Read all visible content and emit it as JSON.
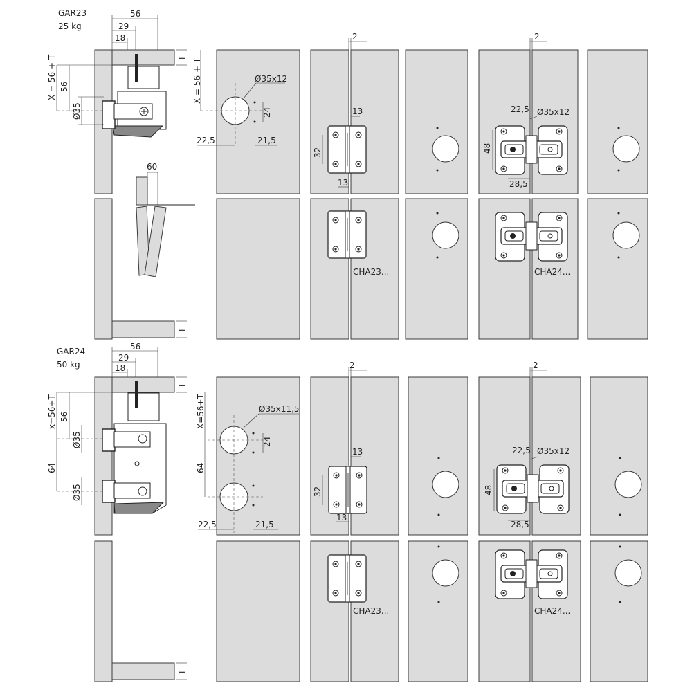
{
  "sections": [
    {
      "model": "GAR23",
      "weight": "25 kg",
      "dims_top": [
        "56",
        "29",
        "18"
      ],
      "dim_x": "X = 56 + T",
      "dim_56": "56",
      "dim_d35": "Ø35",
      "t_label": "T",
      "dim_60": "60",
      "drill": {
        "bore": "Ø35x12",
        "x_label": "X = 56 + T",
        "dim_24": "24",
        "dim_225": "22,5",
        "dim_215": "21,5"
      },
      "butt": {
        "gap": "2",
        "w13a": "13",
        "h32": "32",
        "w13b": "13",
        "label": "CHA23..."
      },
      "conc": {
        "gap": "2",
        "d225": "22,5",
        "bore": "Ø35x12",
        "h48": "48",
        "w285": "28,5",
        "label": "CHA24..."
      }
    },
    {
      "model": "GAR24",
      "weight": "50 kg",
      "dims_top": [
        "56",
        "29",
        "18"
      ],
      "dim_x": "x=56+T",
      "dim_56": "56",
      "dim_d35a": "Ø35",
      "dim_64": "64",
      "dim_d35b": "Ø35",
      "t_label": "T",
      "drill": {
        "bore": "Ø35x11,5",
        "x_label": "X=56+T",
        "dim_64": "64",
        "dim_24": "24",
        "dim_225": "22,5",
        "dim_215": "21,5"
      },
      "butt": {
        "gap": "2",
        "w13a": "13",
        "h32": "32",
        "w13b": "13",
        "label": "CHA23..."
      },
      "conc": {
        "gap": "2",
        "d225": "22,5",
        "bore": "Ø35x12",
        "h48": "48",
        "w285": "28,5",
        "label": "CHA24..."
      }
    }
  ]
}
